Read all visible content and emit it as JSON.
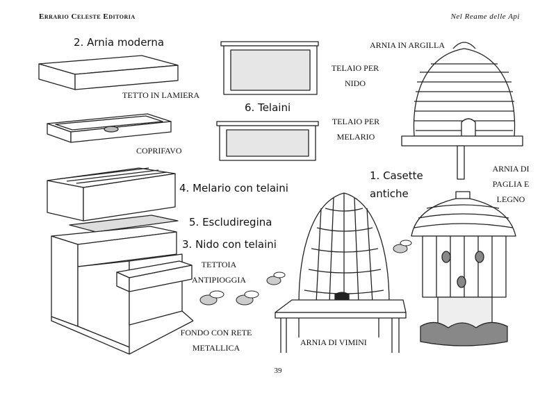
{
  "header": {
    "publisher": "Errario Celeste Editoria",
    "book_title": "Nel Reame delle Api"
  },
  "headings": {
    "modern_hive": "2. Arnia moderna",
    "frames": "6. Telaini",
    "ancient_hives": "1. Casette antiche",
    "super": "4. Melario con telaini",
    "excluder": "5. Escludiregina",
    "brood_box": "3. Nido con telaini"
  },
  "labels": {
    "tin_roof": "Tetto in lamiera",
    "crown_board": "Coprifavo",
    "brood_frame": "Telaio per nido",
    "super_frame": "Telaio per melario",
    "clay_hive": "Arnia in argilla",
    "straw_wood_hive": "Arnia di paglia e legno",
    "rain_roof": "Tettoia antipioggia",
    "mesh_floor": "Fondo con rete metallica",
    "wicker_hive": "Arnia di vimini"
  },
  "page_number": "39"
}
